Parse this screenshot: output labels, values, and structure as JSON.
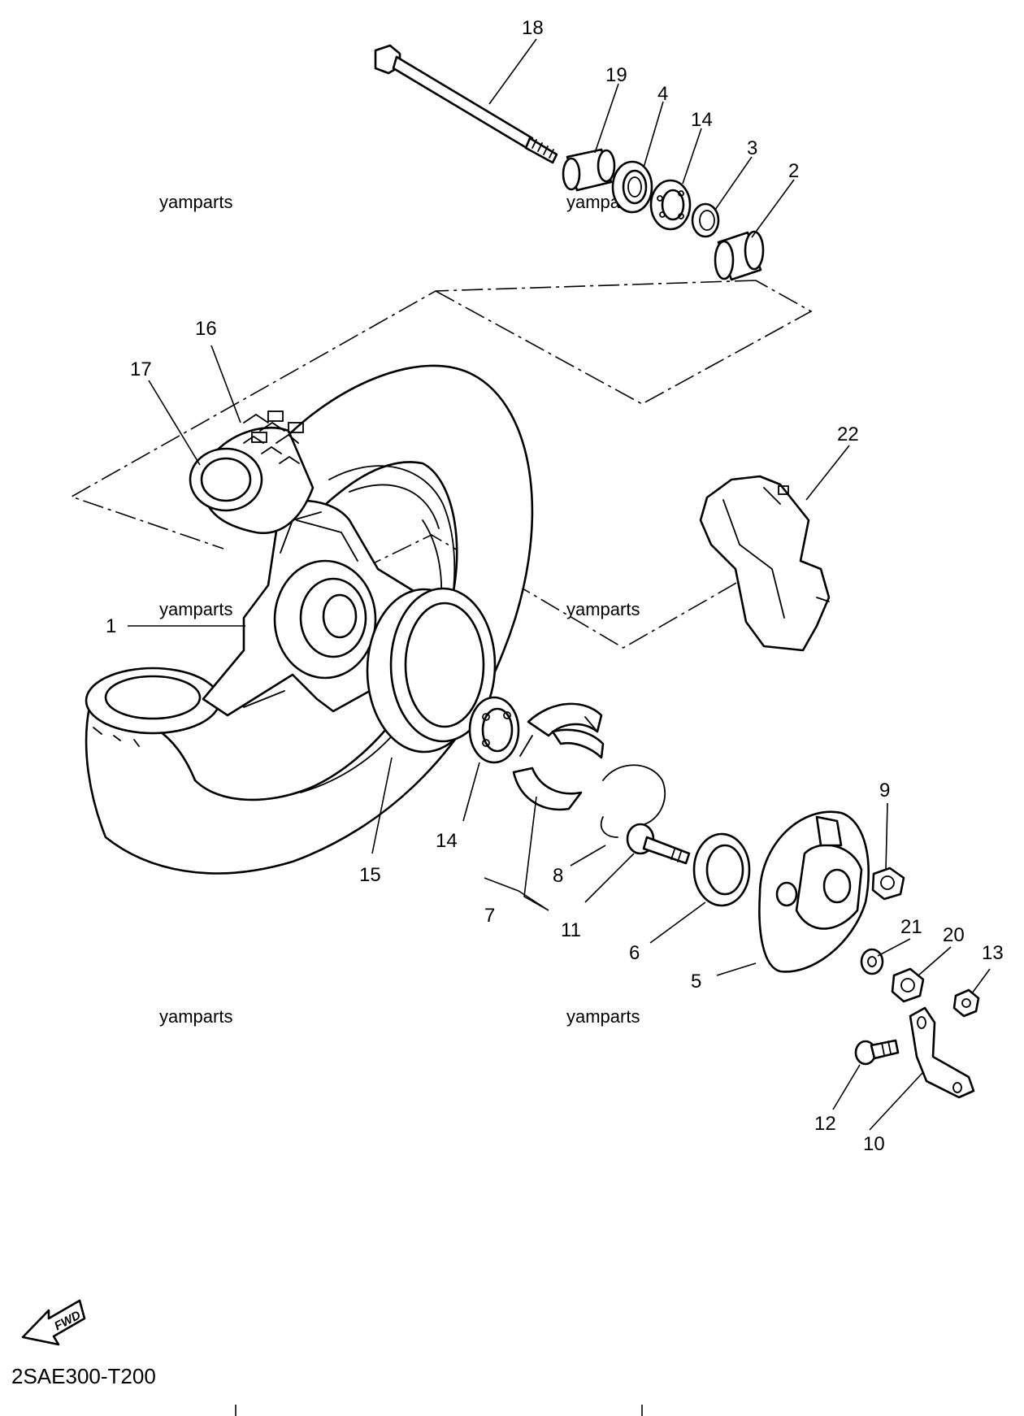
{
  "drawing_code": "2SAE300-T200",
  "watermark": "yamparts",
  "fwd_label": "FWD",
  "callouts": {
    "p1": "1",
    "p2": "2",
    "p3": "3",
    "p4": "4",
    "p5": "5",
    "p6": "6",
    "p7": "7",
    "p8": "8",
    "p9": "9",
    "p10": "10",
    "p11": "11",
    "p12": "12",
    "p13": "13",
    "p14a": "14",
    "p14b": "14",
    "p15": "15",
    "p16": "16",
    "p17": "17",
    "p18": "18",
    "p19": "19",
    "p20": "20",
    "p21": "21",
    "p22": "22"
  }
}
